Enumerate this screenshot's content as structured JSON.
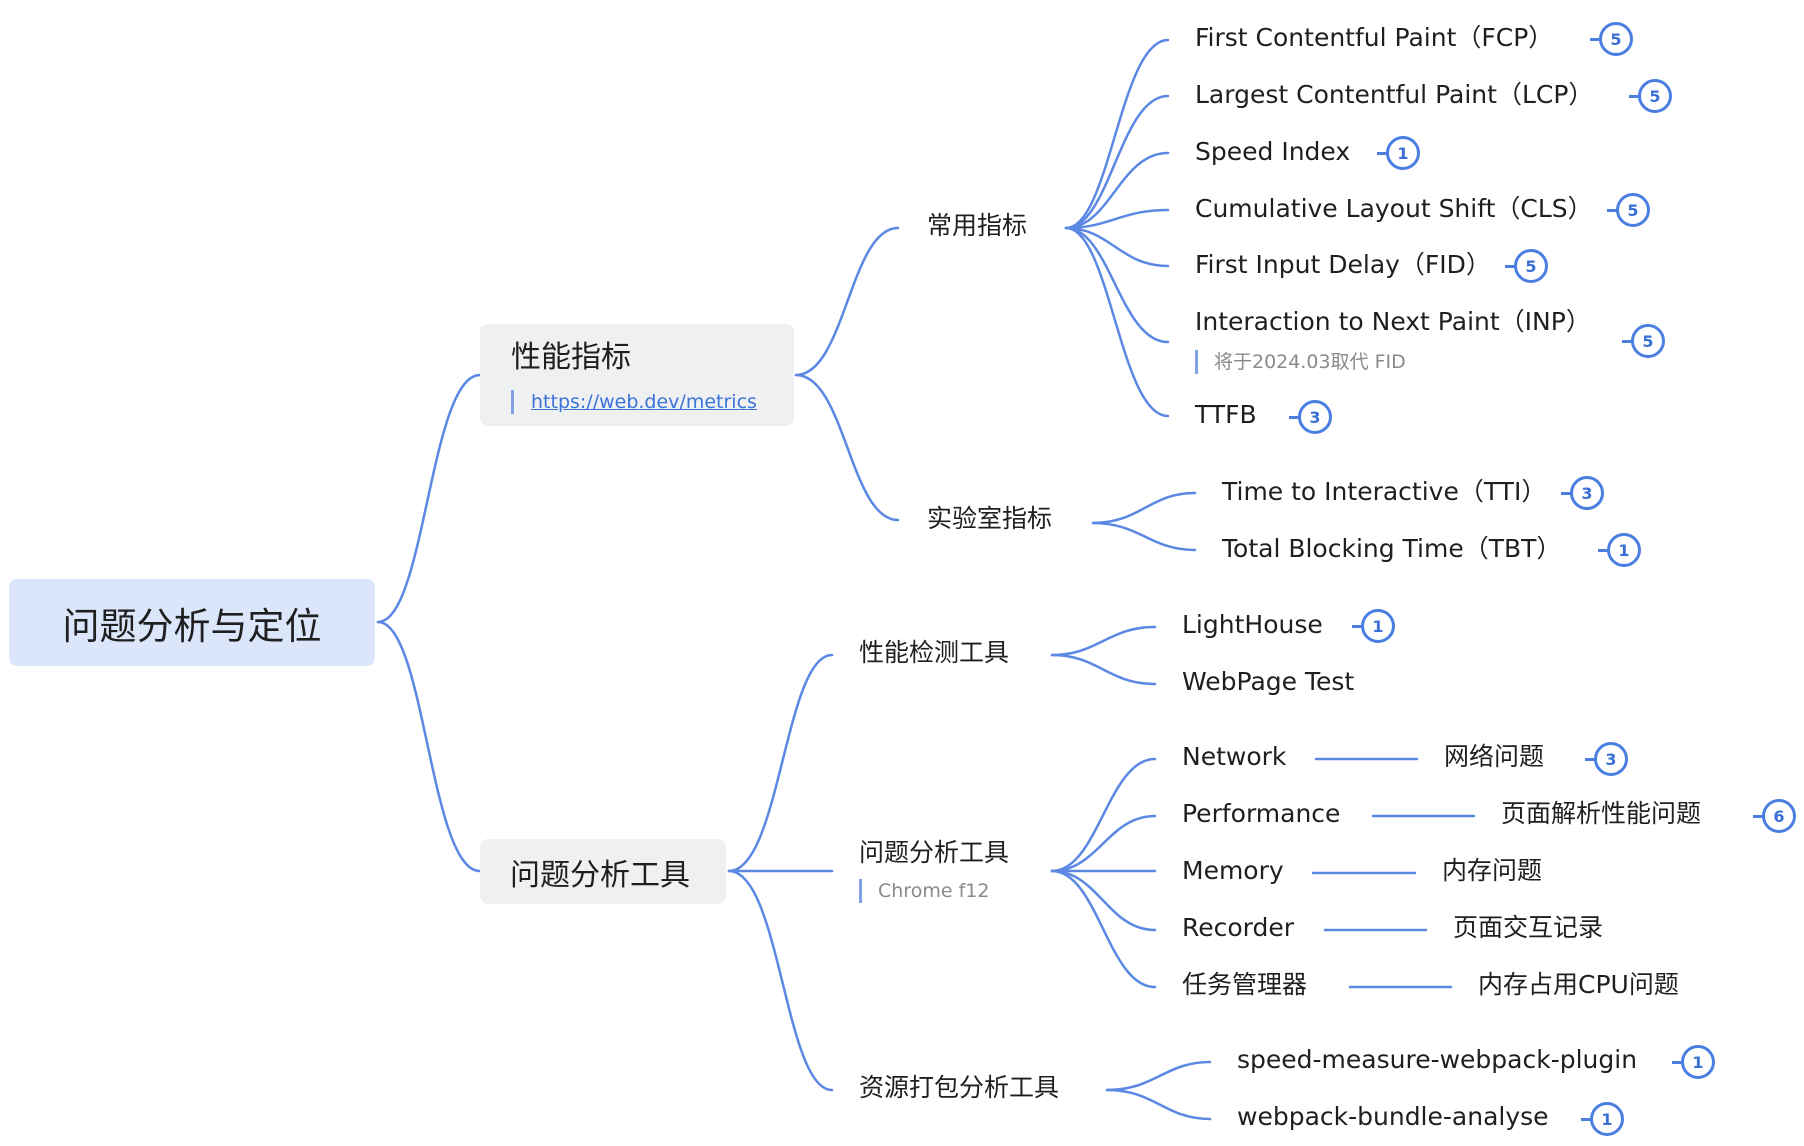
{
  "root": {
    "label": "问题分析与定位"
  },
  "branch_perf": {
    "label": "性能指标",
    "link": "https://web.dev/metrics",
    "common": {
      "label": "常用指标",
      "items": [
        {
          "label": "First Contentful Paint（FCP）",
          "badge": "5"
        },
        {
          "label": "Largest Contentful Paint（LCP）",
          "badge": "5"
        },
        {
          "label": "Speed Index",
          "badge": "1"
        },
        {
          "label": "Cumulative Layout Shift（CLS）",
          "badge": "5"
        },
        {
          "label": "First Input Delay（FID）",
          "badge": "5"
        },
        {
          "label": "Interaction to Next Paint（INP）",
          "badge": "5",
          "note": "将于2024.03取代 FID"
        },
        {
          "label": "TTFB",
          "badge": "3"
        }
      ]
    },
    "lab": {
      "label": "实验室指标",
      "items": [
        {
          "label": "Time to Interactive（TTI）",
          "badge": "3"
        },
        {
          "label": "Total Blocking Time（TBT）",
          "badge": "1"
        }
      ]
    }
  },
  "branch_tools": {
    "label": "问题分析工具",
    "detect": {
      "label": "性能检测工具",
      "items": [
        {
          "label": "LightHouse",
          "badge": "1"
        },
        {
          "label": "WebPage Test"
        }
      ]
    },
    "analysis": {
      "label": "问题分析工具",
      "note": "Chrome f12",
      "items": [
        {
          "label": "Network",
          "child": "网络问题",
          "badge": "3"
        },
        {
          "label": "Performance",
          "child": "页面解析性能问题",
          "badge": "6"
        },
        {
          "label": "Memory",
          "child": "内存问题"
        },
        {
          "label": "Recorder",
          "child": "页面交互记录"
        },
        {
          "label": "任务管理器",
          "child": "内存占用CPU问题"
        }
      ]
    },
    "bundle": {
      "label": "资源打包分析工具",
      "items": [
        {
          "label": "speed-measure-webpack-plugin",
          "badge": "1"
        },
        {
          "label": "webpack-bundle-analyse",
          "badge": "1"
        }
      ]
    }
  }
}
